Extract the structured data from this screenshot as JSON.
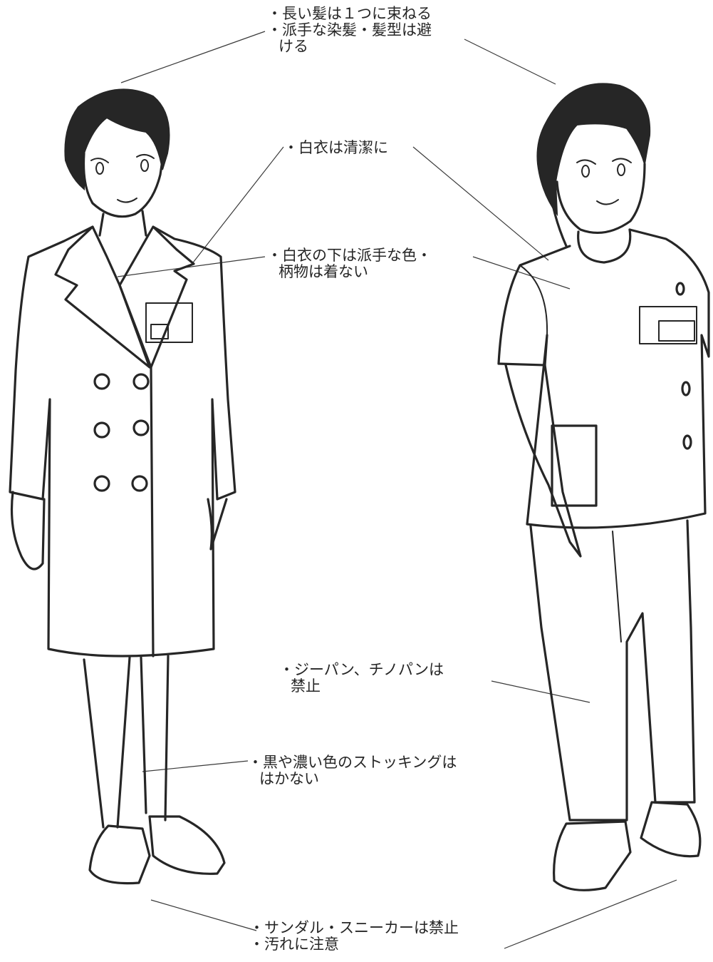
{
  "annotations": {
    "hair": {
      "line1": "・長い髪は１つに束ねる",
      "line2": "・派手な染髪・髪型は避",
      "line3": "ける"
    },
    "coat_clean": {
      "line1": "・白衣は清潔に"
    },
    "under_coat": {
      "line1": "・白衣の下は派手な色・",
      "line2": "柄物は着ない"
    },
    "pants": {
      "line1": "・ジーパン、チノパンは",
      "line2": "禁止"
    },
    "stockings": {
      "line1": "・黒や濃い色のストッキングは",
      "line2": "はかない"
    },
    "shoes": {
      "line1": "・サンダル・スニーカーは禁止",
      "line2": "・汚れに注意"
    }
  },
  "figures": {
    "left": "female-doctor-white-coat",
    "right": "nurse-scrubs-and-pants"
  }
}
